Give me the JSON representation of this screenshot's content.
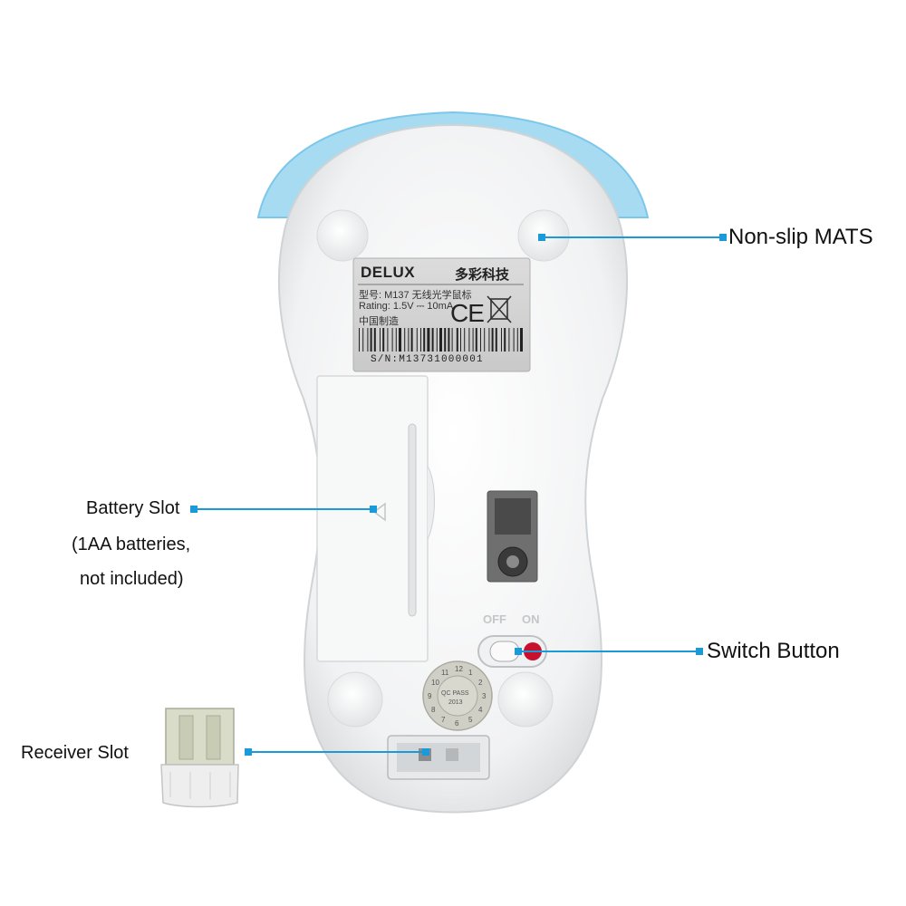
{
  "callouts": {
    "non_slip": "Non-slip MATS",
    "battery_title": "Battery Slot",
    "battery_note_1": "(1AA batteries,",
    "battery_note_2": "not included)",
    "switch": "Switch Button",
    "receiver": "Receiver Slot"
  },
  "label_sticker": {
    "brand": "DELUX",
    "brand_cn": "多彩科技",
    "model": "型号: M137 无线光学鼠标",
    "rating": "Rating: 1.5V ⎓ 10mA",
    "made_in": "中国制造",
    "ce": "CE",
    "serial": "S/N:M13731000001"
  },
  "switch_labels": {
    "off": "OFF",
    "on": "ON"
  },
  "qc_seal": {
    "text": "QC PASS",
    "year": "2013"
  },
  "colors": {
    "accent_blue": "#1a9ad9",
    "rim_blue": "#9fd6f0",
    "switch_red": "#c8102e",
    "body_white": "#f4f5f6"
  }
}
